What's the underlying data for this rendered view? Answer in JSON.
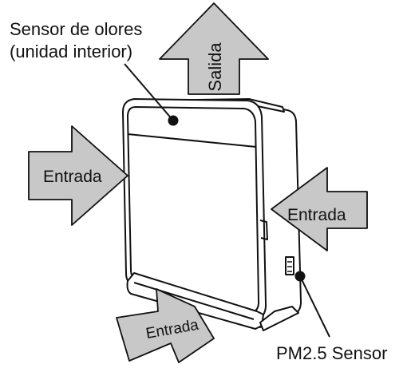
{
  "labels": {
    "odor_sensor_line1": "Sensor de olores",
    "odor_sensor_line2": "(unidad interior)",
    "outlet": "Salida",
    "inlet_left": "Entrada",
    "inlet_right": "Entrada",
    "inlet_bottom": "Entrada",
    "pm_sensor": "PM2.5 Sensor"
  },
  "colors": {
    "arrow_fill": "#c8c8c8",
    "line": "#111111",
    "background": "#ffffff"
  }
}
